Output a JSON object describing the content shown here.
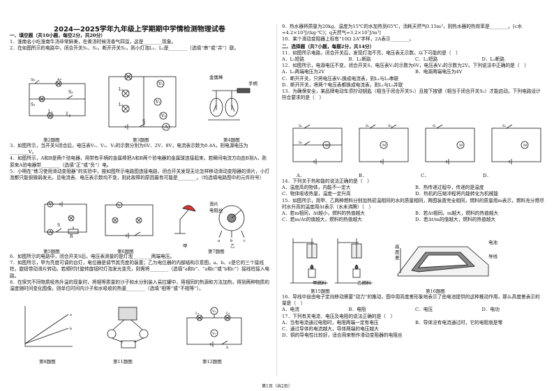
{
  "title": "2024—2025学年九年级上学期期中学情检测物理试卷",
  "left": {
    "sec1": "一、填空题（共10小题，每空2分，共20分）",
    "q1": "1．淮南名小吃淮南牛汤非常鲜美，在煮汤时候汤香气四溢，这是________现象。",
    "q2": "2．在如图所示的电路中，闭合开关S₁、S₃，断开开关S₂，则小灯泡L₁、L₂是________（选填“串”或“并”）联。",
    "q3": "3．如图所示，当开关S闭合后，电压表V₁、V₂、V₃的示数分别为6V、2V、8V，电流表示数为0.4A，则电源电压为________V。",
    "q4": "4．如图所示，A和B是两个验电器，用带有手柄的金属棒把A和B两个验电器的金属球连接起来，若瞬间电流方向由B到A，则原来A验电器带________（选填“正”或“负”）电。",
    "q5": "5．小明在“练习使用滑动变阻器”的实验中，按如图所示电路图连接电路，闭合开关发现无论怎样移动滑动变阻器的滑片，小灯泡都只能很微弱发光，且电流表、电压表示数均不变，则此故障的原因最有可能是________。（均选填电路图中的元件符号）",
    "q6": "6．如图所示的电路中，闭合开关S后，电压表测量的是灯泡________两端电压。",
    "q7": "7．如图所示，甲为亮度可调的台灯，电位器是调节其亮度的装置；乙为电位器的内部结构示意图，a、b、c是它的三个接线柱，旋钮带动滑片转动。若顺时针旋转旋钮时灯泡发光变亮，则需将________（选填“a和b”、“a和c”或“b和c”）接线柱接入电路。",
    "q8": "8．在探究不同物质吸热升温的现象时，将相等质量的沙子和水分别装入易拉罐中，用相同的热源和方法加热，得到两种物质的温度随时间变化图像，则单位时间内沙子和水吸收的热量________（选填“相等”或“不相等”）。",
    "cap2": "第2题图",
    "cap3": "第3题图",
    "cap4": "第4题图",
    "cap5": "第5题图",
    "cap6": "第6题图",
    "cap7": "第7题图",
    "cap8": "第8题图",
    "cap11": "第11题图",
    "cap12": "第12题图",
    "fig4_label_rod": "金属棒",
    "fig4_label_handle": "手柄",
    "fig7_jia": "甲",
    "fig7_yi": "乙",
    "fig7_hualun": "滑片",
    "fig7_dianzu": "电阻丝"
  },
  "right": {
    "q9": "9．热水器将质量为20kg、温度为15℃的水加热到65℃，消耗天然气0.15m³，则热水器的热效率是________。[c水=4.2×10³J/(kg·℃)；q天然气=3.2×10⁷J/m³]",
    "q10": "10．某个滑动变阻器上标有“10Ω 2A”字样，2A表示________。",
    "sec2": "二、选择题（共7小题，每题2分，共14分）",
    "q11": "11．如图所示电路，闭合开关后，发现灯泡不亮，电压表无示数。以下可能的是（　）",
    "q11_opts": [
      "A．L₁短路",
      "B．L₁断路",
      "C．L₂短路",
      "D．L₂断路"
    ],
    "q12": "12．如图所示，电源电压不变，闭合开关S，电压表V₁的示数为6V，电压表V₂的示数为2V。下列说法中正确的是（　）",
    "q12_opts": [
      "A．L₁两端电压为2V",
      "B．电源两端电压为4V",
      "C．断开开关，只将电压表V₂换成电流表，则L₁与L₂串联",
      "D．断开开关，将两个电压表都换成电流表，则L₁与L₂并联"
    ],
    "q13": "13．为确保安全，某品牌电动车须拧动钥匙（相当于闭合开关S₁）且按下按键（相当于闭合开关S₂）才能启动。下列电路设计符合要求的是（　）",
    "q13_opts": [
      "A．",
      "B．",
      "C．",
      "D．"
    ],
    "q14": "14．下列关于热和能的说法正确的是（　）",
    "q14_opts": [
      "A．温度高的物体，内能不一定大",
      "B．热传递过程中，传递的是温度",
      "C．物体吸收热量，温度一定升高",
      "D．热机的压缩冲程将内能转化为机械能"
    ],
    "q15": "15．如图所示，用甲、乙两种燃料分别加热初温相同的水的质量相同，两图装置完全相同，燃料的质量用m表示，燃料充分燃尽时水升高的温度用Δt表示（水未沸腾）（　）",
    "q15_opts": [
      "A．若m相同，Δt越小，燃料的热值越大",
      "B．若Δt相同，m越大，燃料的热值越大",
      "C．若m/Δt的值越大，燃料的热值越大",
      "D．若Δt/m的值越大，燃料的热值越大"
    ],
    "cap15": "第15题图",
    "cap16": "第16题图",
    "fig15_jia": "甲燃料",
    "fig15_yi": "乙燃料",
    "fig16_gd": "高度差",
    "fig16_dx": "导线",
    "fig16_dc": "电池",
    "q16": "16．导线中自由电子定向移动需要“动力”的推动，图中用高度差形象地表示了由电池提供的这种推动作用，那么高度差表示的量是（　）",
    "q16_opts": [
      "A．电流",
      "B．电阻",
      "C．电压",
      "D．电功"
    ],
    "q17": "17．下列有关电流、电压及电阻的说法正确的是（　）",
    "q17_opts": [
      "A．当有电流通过电阻时，电阻两端一定有电压",
      "B．导体没有电流通过时，它的电阻就是零",
      "C．通过导体的电流越大，导体两端的电压越大",
      "D．铜的导电性比较好，适合用来制作滑动变阻器的电阻丝"
    ]
  },
  "footer": "第1页（共2页）"
}
